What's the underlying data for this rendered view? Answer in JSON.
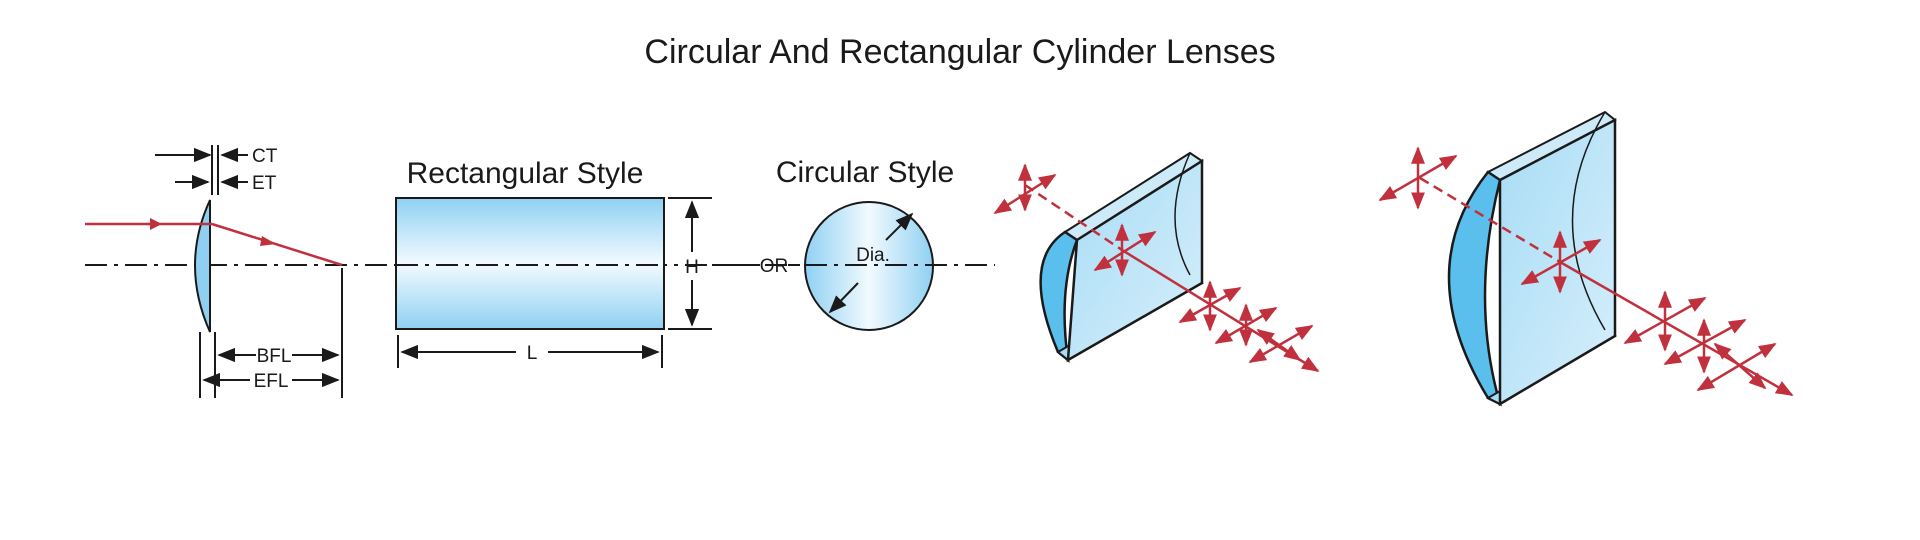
{
  "title": "Circular And Rectangular Cylinder Lenses",
  "rectangular": {
    "heading": "Rectangular Style",
    "height_label": "H",
    "length_label": "L"
  },
  "or_label": "OR",
  "circular": {
    "heading": "Circular Style",
    "diameter_label": "Dia."
  },
  "profile": {
    "ct_label": "CT",
    "et_label": "ET",
    "bfl_label": "BFL",
    "efl_label": "EFL"
  },
  "colors": {
    "lens_fill": "#8fd0f2",
    "lens_edge": "#5bbfee",
    "ray": "#c0303d",
    "outline": "#1a1a1a"
  }
}
